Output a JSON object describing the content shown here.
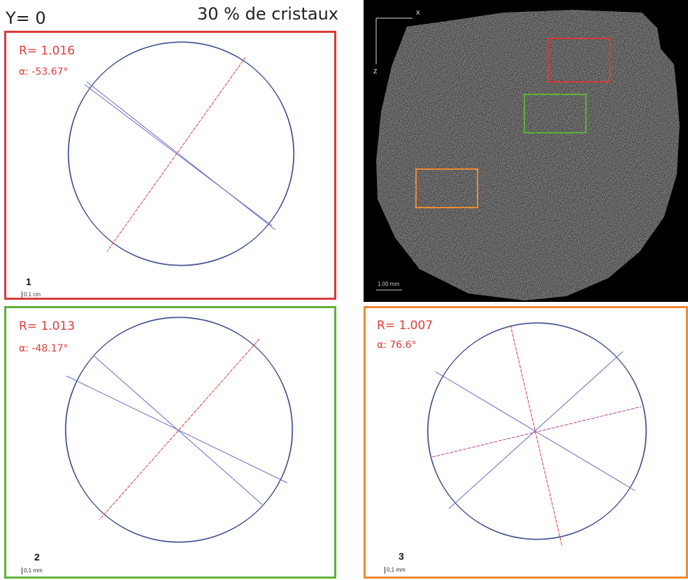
{
  "header": {
    "y_label": "Y= 0",
    "title": "30 % de cristaux"
  },
  "image": {
    "axis_x": "x",
    "axis_z": "z",
    "scale_label": "1.00 mm",
    "box_colors": {
      "red": "#d83a3a",
      "green": "#5cb23a",
      "orange": "#ee8a30"
    }
  },
  "panels": [
    {
      "r": "R= 1.016",
      "alpha": "α: -53.67°",
      "number": "1",
      "scale": "0.1 cm",
      "color": "#d83a3a"
    },
    {
      "r": "R= 1.013",
      "alpha": "α: -48.17°",
      "number": "2",
      "scale": "0,1 mm",
      "color": "#5cb23a"
    },
    {
      "r": "R= 1.007",
      "alpha": "α: 76.6°",
      "number": "3",
      "scale": "0,1 mm",
      "color": "#ee8a30"
    }
  ],
  "colors": {
    "text_red": "#e23c3c",
    "ellipse": "#2a3a7a",
    "axis_red": "#e23c3c",
    "axis_blue": "#6a6ac8"
  }
}
